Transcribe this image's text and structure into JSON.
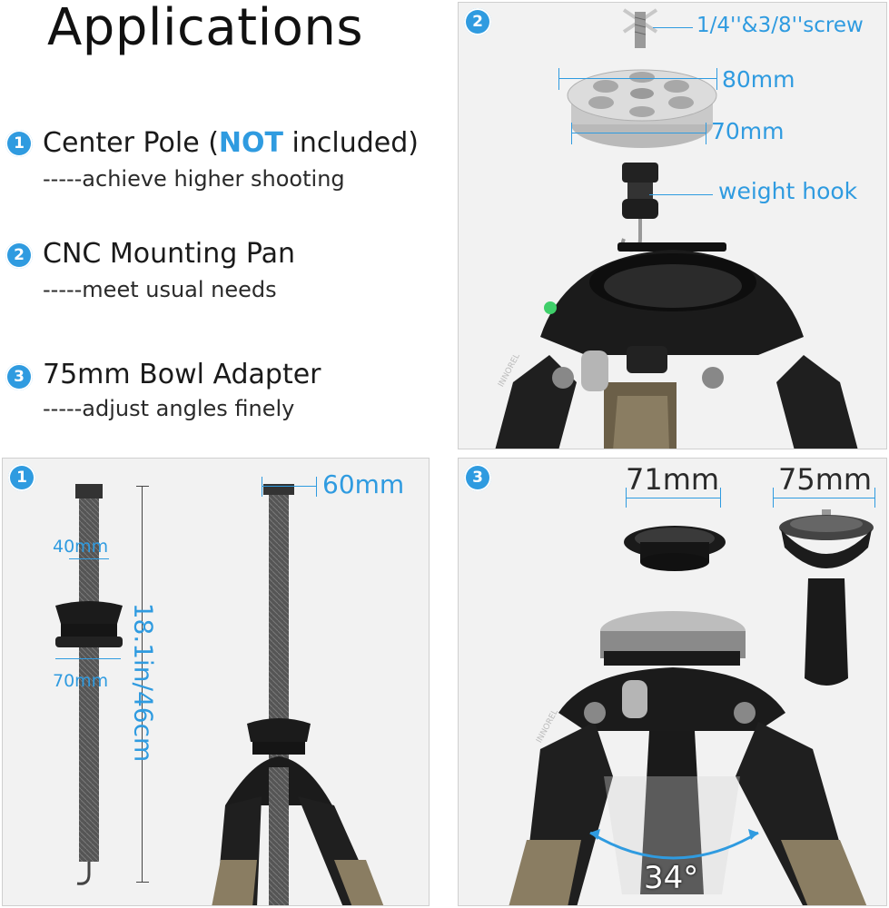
{
  "title": "Applications",
  "features": [
    {
      "num": "1",
      "title_pre": "Center Pole (",
      "title_hl": "NOT",
      "title_post": " included)",
      "sub": "-----achieve higher shooting"
    },
    {
      "num": "2",
      "title": "CNC Mounting Pan",
      "sub": "-----meet usual needs"
    },
    {
      "num": "3",
      "title": "75mm Bowl Adapter",
      "sub": "-----adjust angles finely"
    }
  ],
  "panel2": {
    "badge": "2",
    "screw_label": "1/4''&3/8''screw",
    "pan_width": "80mm",
    "pan_inner": "70mm",
    "hook_label": "weight hook",
    "brand": "INNOREL"
  },
  "panel1": {
    "badge": "1",
    "d40": "40mm",
    "d70": "70mm",
    "length": "18.1in/46cm",
    "d60": "60mm"
  },
  "panel3": {
    "badge": "3",
    "d71": "71mm",
    "d75": "75mm",
    "angle": "34°",
    "brand": "INNOREL"
  },
  "colors": {
    "accent": "#2f9be0",
    "panel_bg": "#f2f2f2"
  }
}
